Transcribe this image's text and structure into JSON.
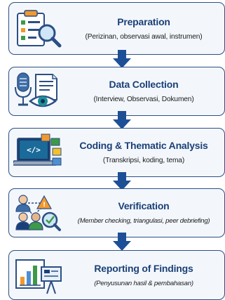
{
  "steps": [
    {
      "title": "Preparation",
      "subtitle": "(Perizinan, observasi awal, instrumen)"
    },
    {
      "title": "Data Collection",
      "subtitle": "(Interview, Observasi, Dokumen)"
    },
    {
      "title": "Coding & Thematic Analysis",
      "subtitle": "(Transkripsi, koding, tema)"
    },
    {
      "title": "Verification",
      "subtitle": "(Member checking, triangulasi, peer debriefing)"
    },
    {
      "title": "Reporting of Findings",
      "subtitle": "(Penyusunan hasil & pembahasan)"
    }
  ],
  "icons": [
    "clipboard-magnifier-icon",
    "microphone-document-eye-icon",
    "laptop-code-icon",
    "people-checkmark-icon",
    "presentation-chart-icon"
  ],
  "colors": {
    "title": "#1b4077",
    "border": "#2c4f84",
    "box_fill": "#f3f7fc",
    "arrow": "#1d4f96",
    "accent_orange": "#f2992e",
    "accent_green": "#3d9a47"
  }
}
